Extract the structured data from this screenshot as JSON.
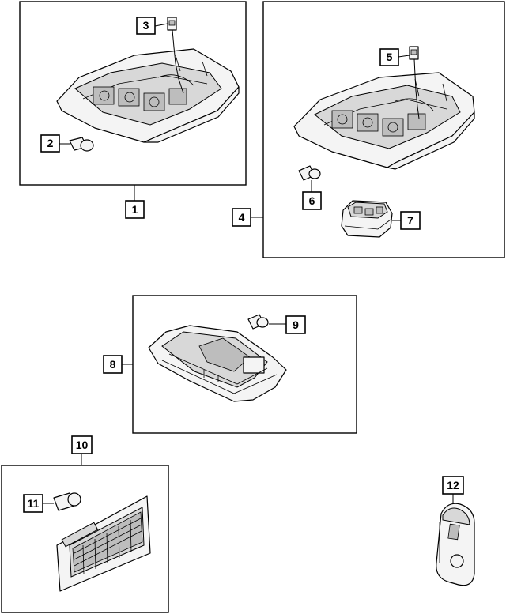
{
  "callouts": {
    "c1": "1",
    "c2": "2",
    "c3": "3",
    "c4": "4",
    "c5": "5",
    "c6": "6",
    "c7": "7",
    "c8": "8",
    "c9": "9",
    "c10": "10",
    "c11": "11",
    "c12": "12"
  },
  "icons": {
    "overhead_console": "overhead-console-icon",
    "bulb": "wedge-bulb-icon",
    "connector": "wire-connector-icon",
    "module": "switch-module-icon",
    "dome_lamp": "dome-lamp-icon",
    "cargo_lamp": "cargo-lamp-icon",
    "key_fob": "key-fob-icon"
  }
}
